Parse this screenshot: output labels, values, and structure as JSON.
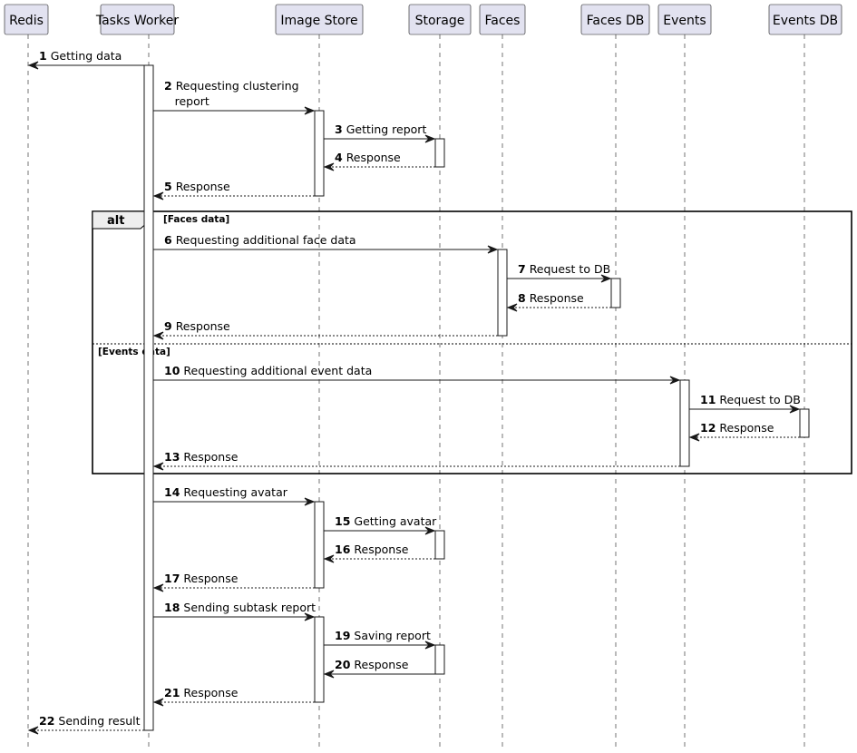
{
  "participants": [
    "Redis",
    "Tasks Worker",
    "Image Store",
    "Storage",
    "Faces",
    "Faces DB",
    "Events",
    "Events DB"
  ],
  "messages": [
    {
      "num": "1",
      "lines": [
        "Getting data"
      ],
      "from": 1,
      "to": 0,
      "dashed": false
    },
    {
      "num": "2",
      "lines": [
        "Requesting clustering",
        "report"
      ],
      "from": 1,
      "to": 2,
      "dashed": false
    },
    {
      "num": "3",
      "lines": [
        "Getting report"
      ],
      "from": 2,
      "to": 3,
      "dashed": false
    },
    {
      "num": "4",
      "lines": [
        "Response"
      ],
      "from": 3,
      "to": 2,
      "dashed": true
    },
    {
      "num": "5",
      "lines": [
        "Response"
      ],
      "from": 2,
      "to": 1,
      "dashed": true
    },
    {
      "num": "6",
      "lines": [
        "Requesting additional face data"
      ],
      "from": 1,
      "to": 4,
      "dashed": false
    },
    {
      "num": "7",
      "lines": [
        "Request to DB"
      ],
      "from": 4,
      "to": 5,
      "dashed": false
    },
    {
      "num": "8",
      "lines": [
        "Response"
      ],
      "from": 5,
      "to": 4,
      "dashed": true
    },
    {
      "num": "9",
      "lines": [
        "Response"
      ],
      "from": 4,
      "to": 1,
      "dashed": true
    },
    {
      "num": "10",
      "lines": [
        "Requesting additional event data"
      ],
      "from": 1,
      "to": 6,
      "dashed": false
    },
    {
      "num": "11",
      "lines": [
        "Request to DB"
      ],
      "from": 6,
      "to": 7,
      "dashed": false
    },
    {
      "num": "12",
      "lines": [
        "Response"
      ],
      "from": 7,
      "to": 6,
      "dashed": true
    },
    {
      "num": "13",
      "lines": [
        "Response"
      ],
      "from": 6,
      "to": 1,
      "dashed": true
    },
    {
      "num": "14",
      "lines": [
        "Requesting avatar"
      ],
      "from": 1,
      "to": 2,
      "dashed": false
    },
    {
      "num": "15",
      "lines": [
        "Getting avatar"
      ],
      "from": 2,
      "to": 3,
      "dashed": false
    },
    {
      "num": "16",
      "lines": [
        "Response"
      ],
      "from": 3,
      "to": 2,
      "dashed": true
    },
    {
      "num": "17",
      "lines": [
        "Response"
      ],
      "from": 2,
      "to": 1,
      "dashed": true
    },
    {
      "num": "18",
      "lines": [
        "Sending subtask report"
      ],
      "from": 1,
      "to": 2,
      "dashed": false
    },
    {
      "num": "19",
      "lines": [
        "Saving report"
      ],
      "from": 2,
      "to": 3,
      "dashed": false
    },
    {
      "num": "20",
      "lines": [
        "Response"
      ],
      "from": 3,
      "to": 2,
      "dashed": false
    },
    {
      "num": "21",
      "lines": [
        "Response"
      ],
      "from": 2,
      "to": 1,
      "dashed": true
    },
    {
      "num": "22",
      "lines": [
        "Sending result"
      ],
      "from": 1,
      "to": 0,
      "dashed": true
    }
  ],
  "alt_frame": {
    "keyword": "alt",
    "guards": [
      "[Faces data]",
      "[Events data]"
    ]
  }
}
